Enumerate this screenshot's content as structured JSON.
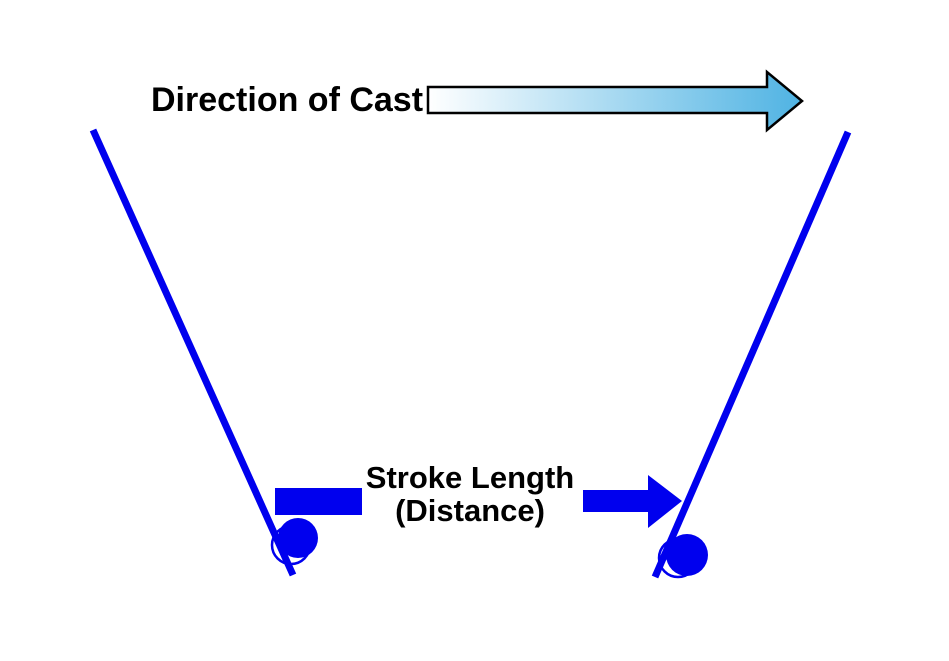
{
  "diagram": {
    "title": "Direction of Cast",
    "stroke_label": {
      "line1": "Stroke Length",
      "line2": "(Distance)"
    },
    "colors": {
      "shape_blue": "#0000EE",
      "cast_arrow_gradient_start": "#FFFFFF",
      "cast_arrow_gradient_end": "#4FB3E3",
      "cast_arrow_outline": "#000000",
      "text_black": "#000000",
      "background": "#FFFFFF"
    }
  }
}
